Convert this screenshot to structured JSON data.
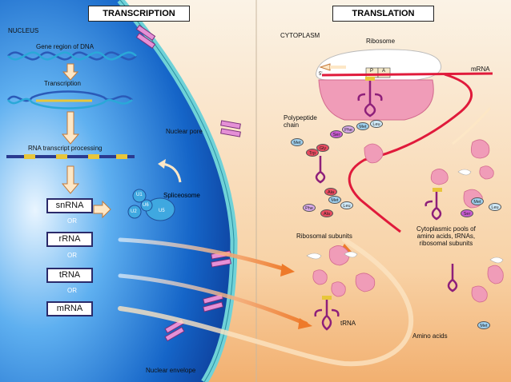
{
  "panels": {
    "transcription": "TRANSCRIPTION",
    "translation": "TRANSLATION"
  },
  "regions": {
    "nucleus": "NUCLEUS",
    "cytoplasm": "CYTOPLASM"
  },
  "labels": {
    "gene_region": "Gene region of DNA",
    "transcription": "Transcription",
    "rna_processing": "RNA transcript processing",
    "nuclear_pore": "Nuclear pore",
    "nuclear_envelope": "Nuclear envelope",
    "spliceosome": "Spliceosome",
    "or": "OR",
    "ribosome": "Ribosome",
    "mrna": "mRNA",
    "five_prime": "5'",
    "p_site": "P",
    "a_site": "A",
    "polypeptide_1": "Polypeptide",
    "polypeptide_2": "chain",
    "ribosomal_subunits": "Ribosomal subunits",
    "pools_1": "Cytoplasmic pools of",
    "pools_2": "amino acids, tRNAs,",
    "pools_3": "ribosomal subunits",
    "trna": "tRNA",
    "amino_acids": "Amino acids"
  },
  "spliceosome": {
    "u1": "U1",
    "u2": "U2",
    "u4": "U6",
    "u5": "U5"
  },
  "rna_types": [
    "snRNA",
    "rRNA",
    "tRNA",
    "mRNA"
  ],
  "amino_acids": [
    {
      "label": "Met",
      "color": "#9fd0ee"
    },
    {
      "label": "Leu",
      "color": "#cfe9f7"
    },
    {
      "label": "Phe",
      "color": "#d8a9e8"
    },
    {
      "label": "Ser",
      "color": "#c95ad1"
    },
    {
      "label": "Met",
      "color": "#9fd0ee"
    },
    {
      "label": "Gly",
      "color": "#e84a5f"
    },
    {
      "label": "Trp",
      "color": "#e84a5f"
    },
    {
      "label": "Ala",
      "color": "#e84a5f"
    },
    {
      "label": "Met",
      "color": "#9fd0ee"
    },
    {
      "label": "Leu",
      "color": "#cfe9f7"
    },
    {
      "label": "Phe",
      "color": "#d8a9e8"
    },
    {
      "label": "Ala",
      "color": "#e84a5f"
    },
    {
      "label": "Met",
      "color": "#9fd0ee"
    },
    {
      "label": "Leu",
      "color": "#cfe9f7"
    },
    {
      "label": "Ser",
      "color": "#c95ad1"
    },
    {
      "label": "Met",
      "color": "#9fd0ee"
    }
  ]
}
